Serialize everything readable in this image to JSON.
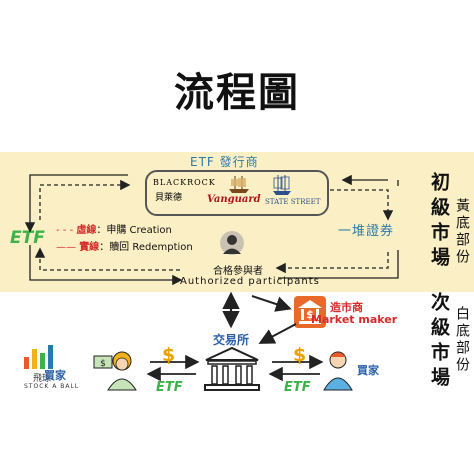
{
  "title": "流程圖",
  "issuer": {
    "title": "ETF 發行商",
    "brands": {
      "blackrock": "BLACKROCK",
      "blackrock_cn": "貝萊德",
      "vanguard": "Vanguard",
      "state_street": "STATE STREET"
    }
  },
  "etf_label": "ETF",
  "legend": {
    "dashed_label": "虛線",
    "dashed_action": "申購 Creation",
    "solid_label": "實線",
    "solid_action": "贖回 Redemption"
  },
  "primary_bond": "一堆證券",
  "authorized_participant": {
    "label_cn": "合格參與者",
    "label_en": "Authorized participants"
  },
  "market_maker": {
    "label_cn": "造市商",
    "label_en": "Market maker"
  },
  "exchange": "交易所",
  "buyer_left": "買家",
  "buyer_right": "買家",
  "dollar": "$",
  "etf_small": "ETF",
  "logo": {
    "name": "飛球",
    "sub": "STOCK A BALL"
  },
  "market_labels": {
    "primary": "初級市場",
    "secondary": "次級市場",
    "primary_note": "黃底部份",
    "secondary_note": "白底部份"
  },
  "colors": {
    "panel": "#fbf0c5",
    "accent_blue": "#2a7aa8",
    "red": "#d52a2a",
    "green": "#3db24a",
    "gold": "#e9a300"
  },
  "icons": [
    "bank-icon",
    "person-icon",
    "dollar-icon",
    "ship-icon",
    "bar-chart-icon"
  ]
}
